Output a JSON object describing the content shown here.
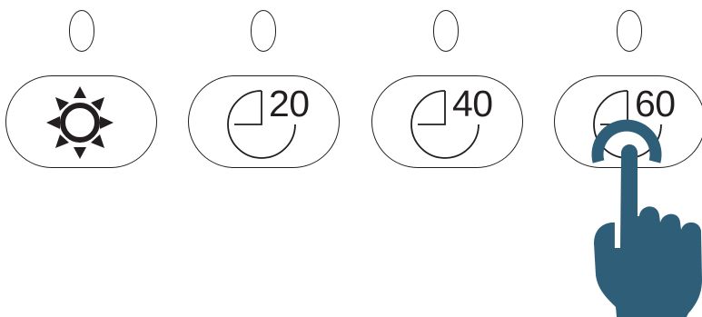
{
  "panel": {
    "buttons": [
      {
        "id": "light",
        "icon": "sun-icon",
        "label": ""
      },
      {
        "id": "timer-20",
        "icon": "timer-icon",
        "label": "20"
      },
      {
        "id": "timer-40",
        "icon": "timer-icon",
        "label": "40"
      },
      {
        "id": "timer-60",
        "icon": "timer-icon",
        "label": "60",
        "pressed": true
      }
    ],
    "indicators": [
      {
        "for": "light",
        "lit": false
      },
      {
        "for": "timer-20",
        "lit": false
      },
      {
        "for": "timer-40",
        "lit": false
      },
      {
        "for": "timer-60",
        "lit": false
      }
    ]
  },
  "colors": {
    "outline": "#231f20",
    "hand": "#2f5e78",
    "background": "#ffffff"
  },
  "overlay": {
    "icon": "pointing-hand-icon",
    "action": "press",
    "target": "timer-60"
  }
}
